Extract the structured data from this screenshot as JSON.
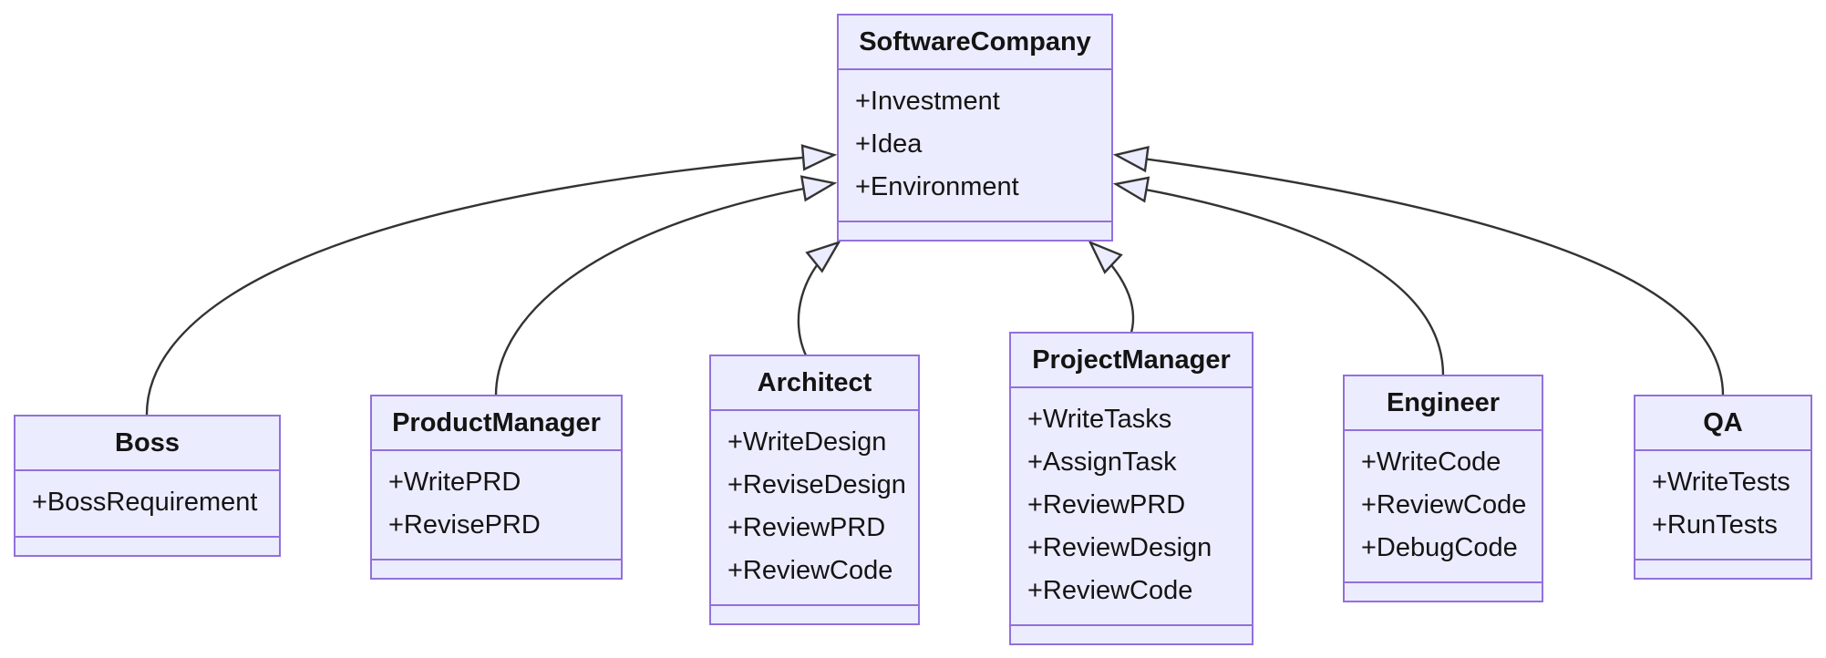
{
  "diagram": {
    "type": "uml-class-diagram",
    "classes": [
      {
        "name": "SoftwareCompany",
        "attributes": [
          "+Investment",
          "+Idea",
          "+Environment"
        ],
        "methods": []
      },
      {
        "name": "Boss",
        "attributes": [
          "+BossRequirement"
        ],
        "methods": []
      },
      {
        "name": "ProductManager",
        "attributes": [
          "+WritePRD",
          "+RevisePRD"
        ],
        "methods": []
      },
      {
        "name": "Architect",
        "attributes": [
          "+WriteDesign",
          "+ReviseDesign",
          "+ReviewPRD",
          "+ReviewCode"
        ],
        "methods": []
      },
      {
        "name": "ProjectManager",
        "attributes": [
          "+WriteTasks",
          "+AssignTask",
          "+ReviewPRD",
          "+ReviewDesign",
          "+ReviewCode"
        ],
        "methods": []
      },
      {
        "name": "Engineer",
        "attributes": [
          "+WriteCode",
          "+ReviewCode",
          "+DebugCode"
        ],
        "methods": []
      },
      {
        "name": "QA",
        "attributes": [
          "+WriteTests",
          "+RunTests"
        ],
        "methods": []
      }
    ],
    "relations": [
      {
        "from": "Boss",
        "to": "SoftwareCompany",
        "type": "inheritance"
      },
      {
        "from": "ProductManager",
        "to": "SoftwareCompany",
        "type": "inheritance"
      },
      {
        "from": "Architect",
        "to": "SoftwareCompany",
        "type": "inheritance"
      },
      {
        "from": "ProjectManager",
        "to": "SoftwareCompany",
        "type": "inheritance"
      },
      {
        "from": "Engineer",
        "to": "SoftwareCompany",
        "type": "inheritance"
      },
      {
        "from": "QA",
        "to": "SoftwareCompany",
        "type": "inheritance"
      }
    ],
    "colors": {
      "node_fill": "#ECECFF",
      "node_border": "#9370DB",
      "edge": "#333333",
      "text": "#141414",
      "background": "#FFFFFF"
    }
  }
}
